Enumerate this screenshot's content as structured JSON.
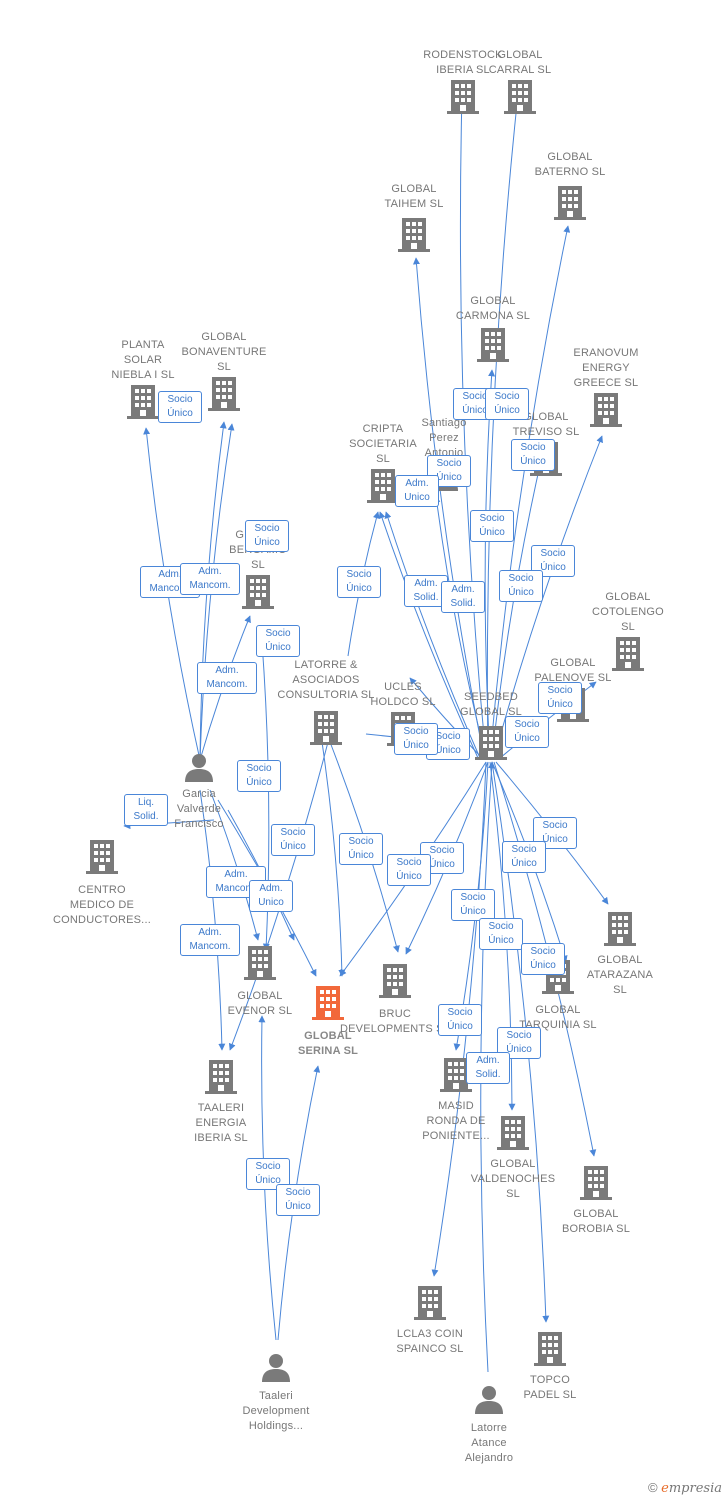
{
  "colors": {
    "edge": "#4a86d8",
    "company": "#7a7a7a",
    "focus": "#f2683a",
    "person": "#7a7a7a"
  },
  "nodes": {
    "rodenstock": "RODENSTOCK\nIBERIA  SL",
    "carral": "GLOBAL\nCARRAL  SL",
    "baterno": "GLOBAL\nBATERNO  SL",
    "taihem": "GLOBAL\nTAIHEM SL",
    "carmona": "GLOBAL\nCARMONA  SL",
    "eranovum": "ERANOVUM\nENERGY\nGREECE  SL",
    "treviso": "GLOBAL\nTREVISO  SL",
    "planta_solar": "PLANTA\nSOLAR\nNIEBLA I  SL",
    "bonaventure": "GLOBAL\nBONAVENTURE\nSL",
    "cripta": "CRIPTA\nSOCIETARIA\nSL",
    "santiago": "Santiago\nPerez\nAntonio",
    "bergamo": "GLOBAL\nBERGAMO\nSL",
    "cotolengo": "GLOBAL\nCOTOLENGO\nSL",
    "palenove": "GLOBAL\nPALENOVE  SL",
    "latorre_asoc": "LATORRE &\nASOCIADOS\nCONSULTORIA SL",
    "ucles": "UCLES\nHOLDCO  SL",
    "seedbed": "SEEDBED\nGLOBAL  SL",
    "garcia": "Garcia\nValverde\nFrancisco",
    "centro_medico": "CENTRO\nMEDICO DE\nCONDUCTORES...",
    "atarazana": "GLOBAL\nATARAZANA\nSL",
    "evenor": "GLOBAL\nEVENOR  SL",
    "serina": "GLOBAL\nSERINA  SL",
    "bruc": "BRUC\nDEVELOPMENTS SL",
    "tarquinia": "GLOBAL\nTARQUINIA  SL",
    "taaleri_energia": "TAALERI\nENERGIA\nIBERIA  SL",
    "masid": "MASID\nRONDA DE\nPONIENTE...",
    "valdenoches": "GLOBAL\nVALDENOCHES\nSL",
    "borobia": "GLOBAL\nBOROBIA  SL",
    "lcla3": "LCLA3 COIN\nSPAINCO  SL",
    "topco": "TOPCO\nPADEL  SL",
    "taaleri_dev": "Taaleri\nDevelopment\nHoldings...",
    "latorre_alejandro": "Latorre\nAtance\nAlejandro"
  },
  "tags": {
    "socio_unico": "Socio\nÚnico",
    "adm_mancom": "Adm.\nMancom.",
    "adm_unico": "Adm.\nUnico",
    "adm_solid": "Adm.\nSolid.",
    "liq_solid": "Liq.\nSolid."
  },
  "brand": {
    "copyright": "©",
    "name": "mpresia",
    "initial": "e"
  }
}
